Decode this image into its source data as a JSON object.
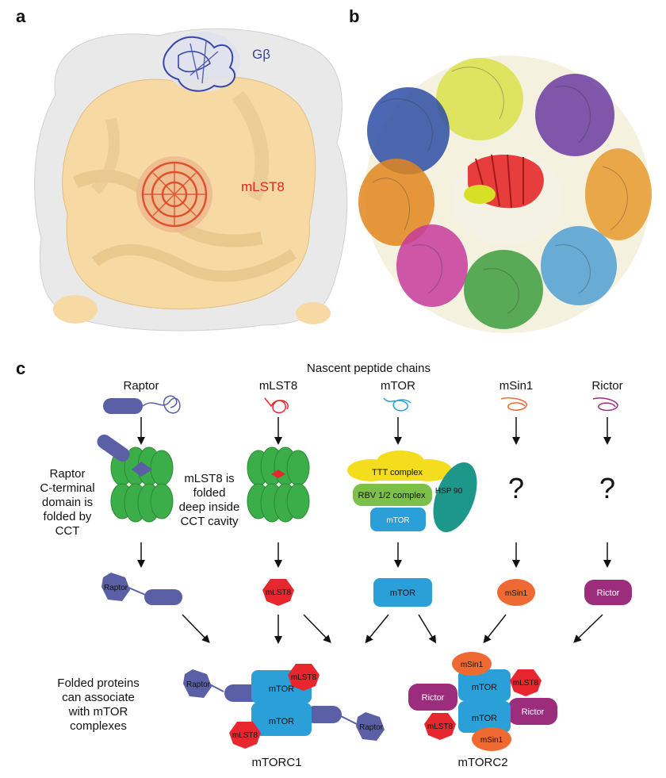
{
  "panels": {
    "a": {
      "letter": "a",
      "labels": {
        "gbeta": "Gβ",
        "mlst8": "mLST8"
      }
    },
    "b": {
      "letter": "b"
    },
    "c": {
      "letter": "c",
      "header": "Nascent peptide chains",
      "columns": {
        "raptor": "Raptor",
        "mlst8": "mLST8",
        "mtor": "mTOR",
        "msin1": "mSin1",
        "rictor": "Rictor"
      },
      "notes": {
        "raptor": [
          "Raptor",
          "C-terminal",
          "domain is",
          "folded by",
          "CCT"
        ],
        "mlst8": [
          "mLST8 is",
          "folded",
          "deep inside",
          "CCT cavity"
        ],
        "bottom": [
          "Folded proteins",
          "can associate",
          "with mTOR",
          "complexes"
        ]
      },
      "chaperones": {
        "ttt": "TTT complex",
        "rbv": "RBV 1/2 complex",
        "hsp": "HSP 90",
        "mtor": "mTOR"
      },
      "unknown_mark": "?",
      "folded": {
        "raptor": "Raptor",
        "mlst8": "mLST8",
        "mtor": "mTOR",
        "msin1": "mSin1",
        "rictor": "Rictor"
      },
      "mtorc1": {
        "name": "mTORC1",
        "mtor": "mTOR",
        "mlst8": "mLST8",
        "raptor": "Raptor"
      },
      "mtorc2": {
        "name": "mTORC2",
        "mtor": "mTOR",
        "mlst8": "mLST8",
        "msin1": "mSin1",
        "rictor": "Rictor"
      }
    }
  },
  "colors": {
    "raptor": "#5a5fa6",
    "mlst8": "#e8262d",
    "mtor": "#2a9fd8",
    "msin1": "#ef6a33",
    "rictor": "#9c2d7c",
    "cct": "#3cae49",
    "ttt": "#f4dd1d",
    "rbv": "#7cc04a",
    "hsp": "#1d978a",
    "density": "#f7d9a3"
  }
}
